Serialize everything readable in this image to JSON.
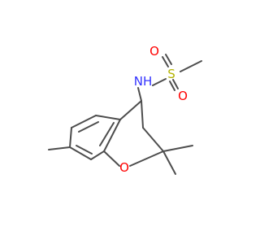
{
  "molecule": {
    "atoms": {
      "nitrogen": {
        "symbol": "NH",
        "color": "#3333ff"
      },
      "sulfur": {
        "symbol": "S",
        "color": "#b3b300"
      },
      "oxygen_top": {
        "symbol": "O",
        "color": "#ff0000"
      },
      "oxygen_bottom": {
        "symbol": "O",
        "color": "#ff0000"
      },
      "oxygen_ring": {
        "symbol": "O",
        "color": "#ff0000"
      }
    },
    "bond_color": "#4d4d4d"
  }
}
